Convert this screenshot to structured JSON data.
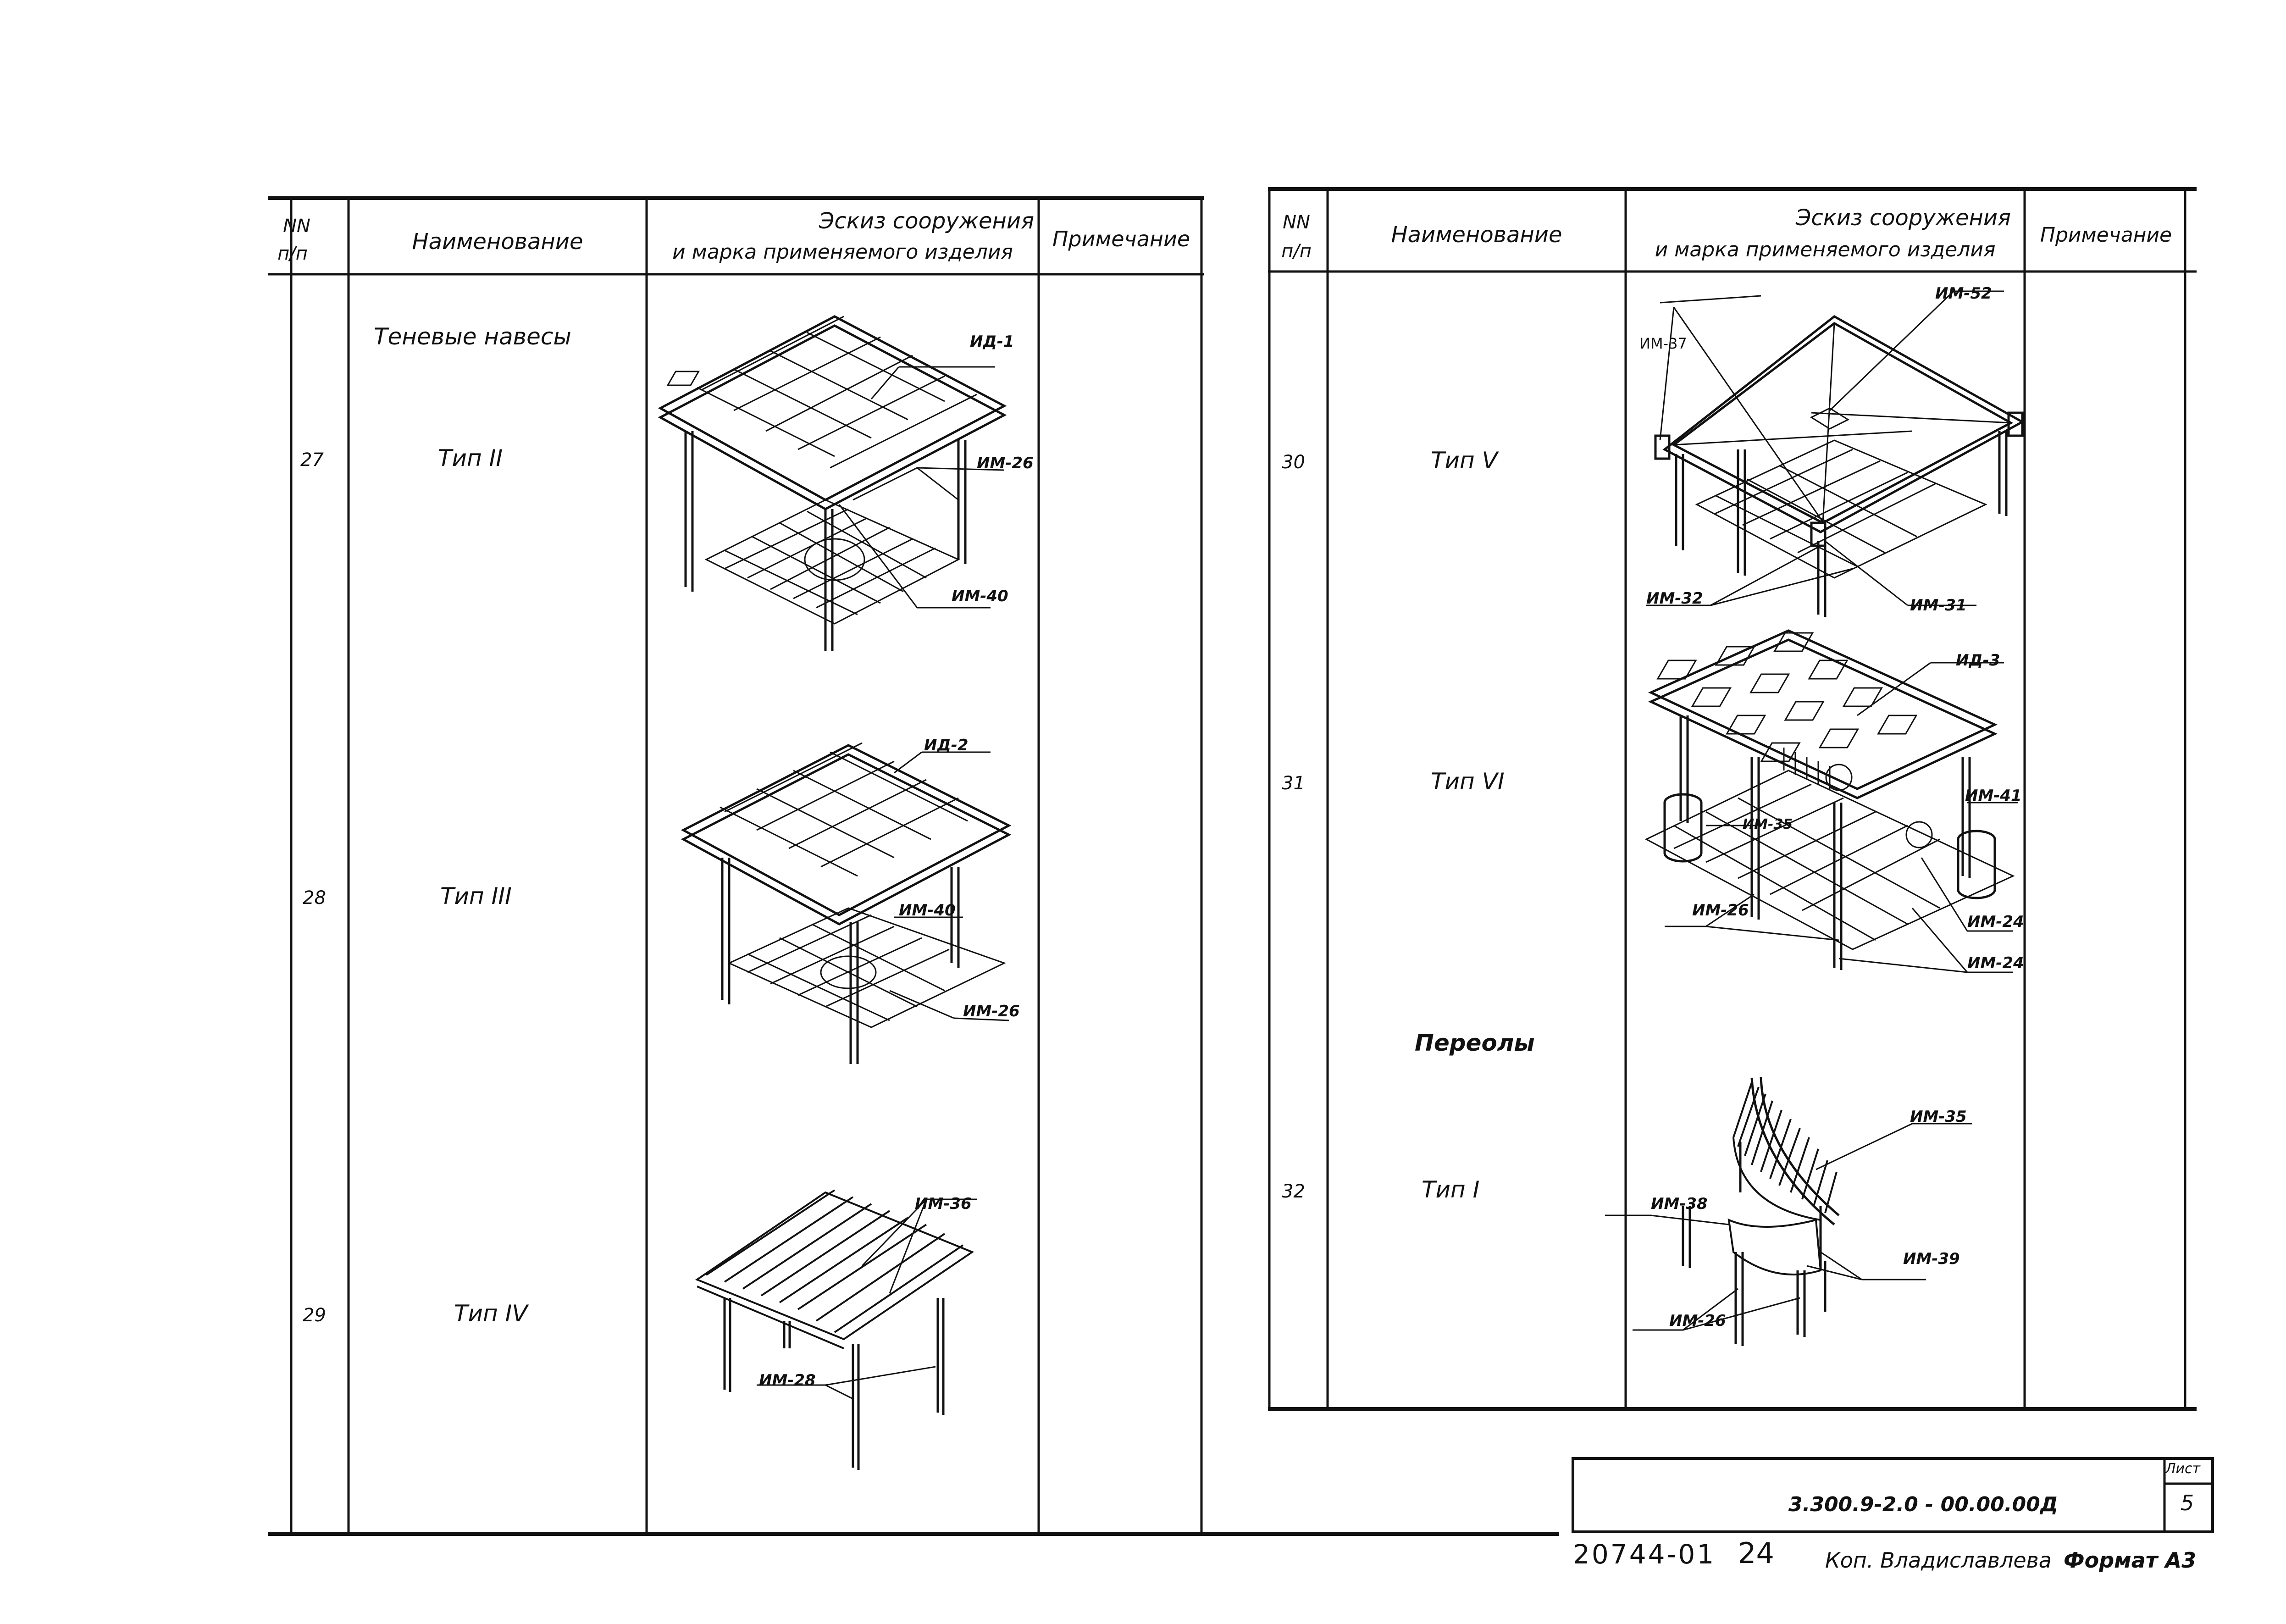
{
  "left_table": {
    "headers": {
      "num_line1": "NN",
      "num_line2": "п/п",
      "name": "Наименование",
      "sketch_line1": "Эскиз сооружения",
      "sketch_line2": "и марка применяемого изделия",
      "note": "Примечание"
    },
    "section_title": "Теневые навесы",
    "rows": [
      {
        "num": "27",
        "name": "Тип II",
        "labels": [
          "ИД-1",
          "ИМ-26",
          "ИМ-40"
        ]
      },
      {
        "num": "28",
        "name": "Тип III",
        "labels": [
          "ИД-2",
          "ИМ-40",
          "ИМ-26"
        ]
      },
      {
        "num": "29",
        "name": "Тип IV",
        "labels": [
          "ИМ-36",
          "ИМ-28"
        ]
      }
    ]
  },
  "right_table": {
    "headers": {
      "num_line1": "NN",
      "num_line2": "п/п",
      "name": "Наименование",
      "sketch_line1": "Эскиз сооружения",
      "sketch_line2": "и марка применяемого изделия",
      "note": "Примечание"
    },
    "section_title": "Переолы",
    "rows": [
      {
        "num": "30",
        "name": "Тип V",
        "labels": [
          "ИМ-52",
          "ИМ-37",
          "ИМ-32",
          "ИМ-31"
        ]
      },
      {
        "num": "31",
        "name": "Тип VI",
        "labels": [
          "ИД-3",
          "ИМ-41",
          "ИМ-35",
          "ИМ-26",
          "ИМ-24",
          "ИМ-24"
        ]
      },
      {
        "num": "32",
        "name": "Тип I",
        "labels": [
          "ИМ-35",
          "ИМ-38",
          "ИМ-39",
          "ИМ-26"
        ]
      }
    ]
  },
  "title_block": {
    "doc_code": "3.300.9-2.0 - 00.00.00Д",
    "sheet_label": "Лист",
    "sheet_number": "5"
  },
  "footer": {
    "inventory": "20744-01",
    "inventory_suffix": "24",
    "copied_by": "Коп. Владиславлева",
    "format": "Формат А3"
  },
  "colors": {
    "ink": "#111111",
    "paper": "#ffffff"
  }
}
